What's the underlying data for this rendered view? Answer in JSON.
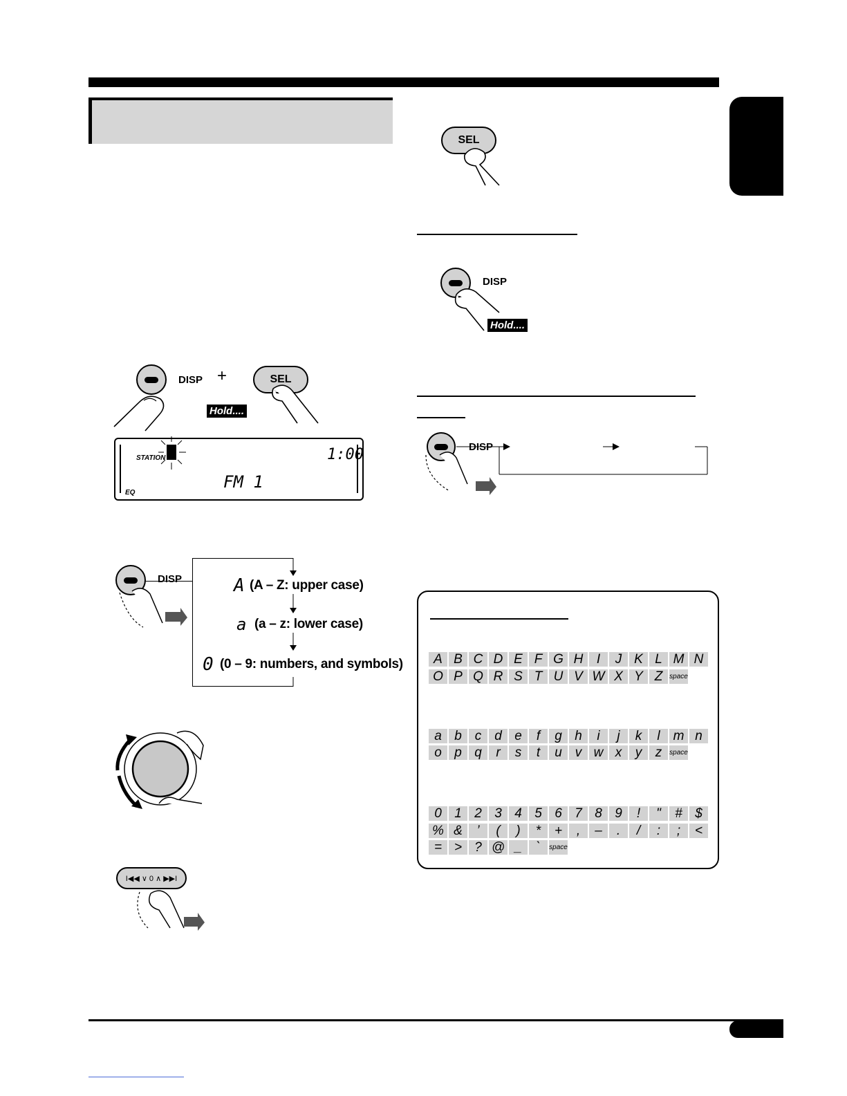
{
  "buttons": {
    "disp": "DISP",
    "sel": "SEL",
    "plus": "+",
    "hold": "Hold....",
    "track_nav": "I◀◀ ∨ 0 ∧ ▶▶I"
  },
  "display": {
    "station": "STATION",
    "time": "1:00",
    "band": "FM 1",
    "eq": "EQ"
  },
  "modes": {
    "upper_glyph": "A",
    "upper": "(A – Z: upper case)",
    "lower_glyph": "a",
    "lower": "(a – z: lower case)",
    "digits_glyph": "0",
    "digits": "(0 – 9: numbers, and symbols)"
  },
  "charset": {
    "upper_rows": [
      [
        "A",
        "B",
        "C",
        "D",
        "E",
        "F",
        "G",
        "H",
        "I",
        "J",
        "K",
        "L",
        "M",
        "N"
      ],
      [
        "O",
        "P",
        "Q",
        "R",
        "S",
        "T",
        "U",
        "V",
        "W",
        "X",
        "Y",
        "Z",
        "space"
      ]
    ],
    "lower_rows": [
      [
        "a",
        "b",
        "c",
        "d",
        "e",
        "f",
        "g",
        "h",
        "i",
        "j",
        "k",
        "l",
        "m",
        "n"
      ],
      [
        "o",
        "p",
        "q",
        "r",
        "s",
        "t",
        "u",
        "v",
        "w",
        "x",
        "y",
        "z",
        "space"
      ]
    ],
    "symbol_rows": [
      [
        "0",
        "1",
        "2",
        "3",
        "4",
        "5",
        "6",
        "7",
        "8",
        "9",
        "!",
        "\"",
        "#",
        "$"
      ],
      [
        "%",
        "&",
        "’",
        "(",
        ")",
        "*",
        "+",
        ",",
        "–",
        ".",
        "/",
        ":",
        ";",
        "<"
      ],
      [
        "=",
        ">",
        "?",
        "@",
        "_",
        "`",
        "space"
      ]
    ]
  },
  "colors": {
    "button_fill": "#d2d2d2",
    "title_fill": "#d6d6d6",
    "link": "#4a6ad8"
  }
}
